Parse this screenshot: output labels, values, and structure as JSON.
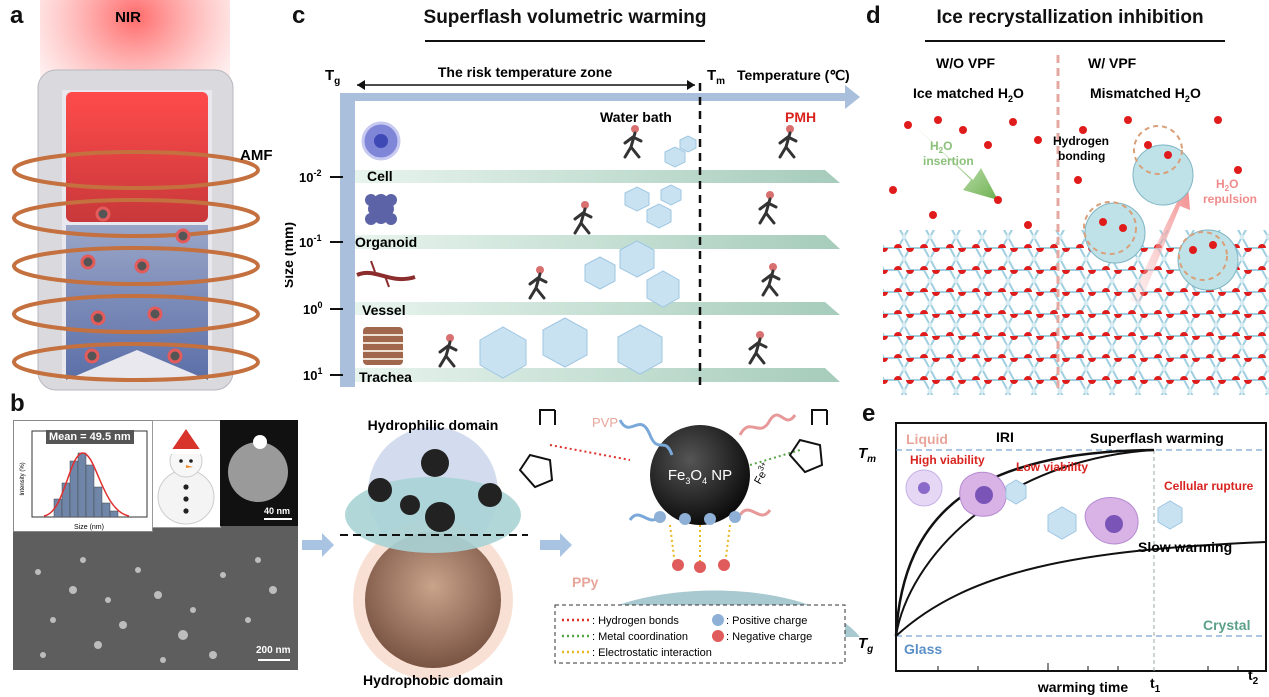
{
  "panels": {
    "a": {
      "letter": "a",
      "nir": "NIR",
      "amf": "AMF"
    },
    "b": {
      "letter": "b",
      "mean": "Mean = 49.5 nm",
      "y_axis": "Intensity (%)",
      "x_axis": "Size (nm)",
      "y_ticks": [
        "30",
        "25",
        "20",
        "15",
        "10",
        "5",
        "0"
      ],
      "x_ticks": [
        "20",
        "30",
        "40",
        "50",
        "60",
        "70",
        "80",
        "90"
      ],
      "scale_small": "40 nm",
      "scale_large": "200 nm"
    },
    "c": {
      "letter": "c",
      "title": "Superflash volumetric warming",
      "tg": "T",
      "tg_sub": "g",
      "tm": "T",
      "tm_sub": "m",
      "zone": "The risk temperature zone",
      "temp_axis": "Temperature (℃)",
      "size_axis": "Size (mm)",
      "water_bath": "Water bath",
      "pmh": "PMH",
      "rows": [
        {
          "name": "Cell",
          "tick": "10",
          "exp": "-2"
        },
        {
          "name": "Organoid",
          "tick": "10",
          "exp": "-1"
        },
        {
          "name": "Vessel",
          "tick": "10",
          "exp": "0"
        },
        {
          "name": "Trachea",
          "tick": "10",
          "exp": "1"
        }
      ]
    },
    "d": {
      "letter": "d",
      "title": "Ice recrystallization inhibition",
      "wo": "W/O VPF",
      "w": "W/ VPF",
      "ice_matched": "Ice matched H",
      "ice_matched_sub": "2",
      "ice_matched_end": "O",
      "mismatched": "Mismatched H",
      "mismatched_sub": "2",
      "mismatched_end": "O",
      "insertion_a": "H",
      "insertion_sub": "2",
      "insertion_b": "O",
      "insertion_c": "insertion",
      "hbond_a": "Hydrogen",
      "hbond_b": "bonding",
      "repulsion_a": "H",
      "repulsion_sub": "2",
      "repulsion_b": "O",
      "repulsion_c": "repulsion"
    },
    "mid": {
      "hydrophilic": "Hydrophilic domain",
      "hydrophobic": "Hydrophobic domain",
      "pvp": "PVP",
      "ppy": "PPy",
      "np_a": "Fe",
      "np_sub1": "3",
      "np_b": "O",
      "np_sub2": "4",
      "np_c": " NP",
      "fe": "Fe",
      "fe_sup": "3+",
      "legend": [
        {
          "sym": ": Hydrogen bonds",
          "color": "#e0302a"
        },
        {
          "sym": ": Metal coordination",
          "color": "#55a545"
        },
        {
          "sym": ": Electrostatic interaction",
          "color": "#e8b820"
        }
      ],
      "pos": ": Positive charge",
      "neg": ": Negative charge"
    },
    "e": {
      "letter": "e",
      "tm": "T",
      "tm_sub": "m",
      "tg": "T",
      "tg_sub": "g",
      "liquid": "Liquid",
      "glass": "Glass",
      "crystal": "Crystal",
      "iri": "IRI",
      "superflash": "Superflash warming",
      "slow": "Slow warming",
      "high_v": "High viability",
      "low_v": "Low viability",
      "rupture": "Cellular rupture",
      "x_axis": "warming time",
      "t1": "t",
      "t1_sub": "1",
      "t2": "t",
      "t2_sub": "2"
    }
  },
  "colors": {
    "accent_red": "#d9231f",
    "pink_label": "#e8a59a",
    "teal_label": "#5ca08a",
    "blue_label": "#5b8fc7"
  }
}
